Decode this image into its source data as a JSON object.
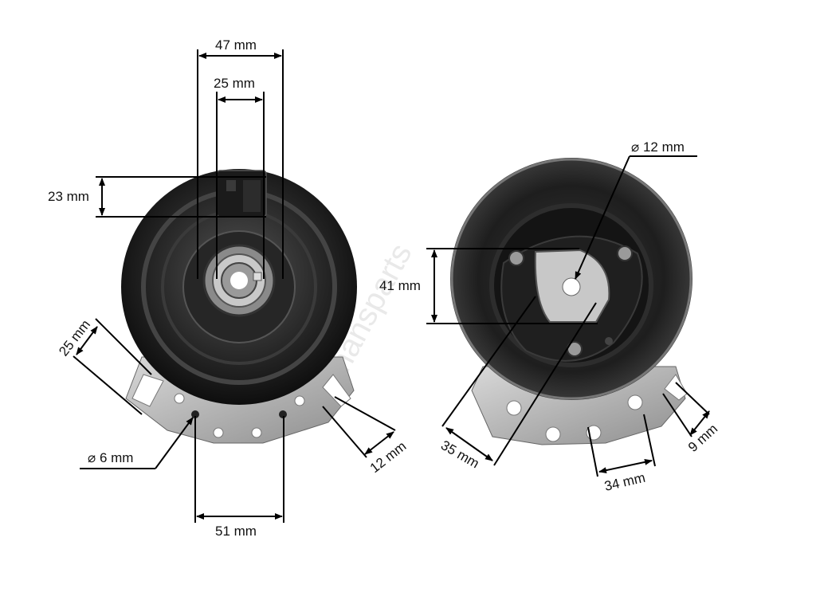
{
  "watermark": "mansparts",
  "left_view": {
    "dim_top_outer": "47 mm",
    "dim_top_inner": "25 mm",
    "dim_connector_height": "23 mm",
    "dim_slot_width": "25 mm",
    "dim_slot_length": "12 mm",
    "dim_hole_diameter": "⌀ 6 mm",
    "dim_hole_spacing": "51 mm"
  },
  "right_view": {
    "dim_bore_diameter": "⌀ 12 mm",
    "dim_key_height": "41 mm",
    "dim_key_width": "35 mm",
    "dim_hole_spacing": "34 mm",
    "dim_slot_width": "9 mm"
  },
  "colors": {
    "body_dark": "#1a1a1a",
    "body_mid": "#3a3a3a",
    "metal": "#b8b8b8",
    "line": "#000000"
  }
}
